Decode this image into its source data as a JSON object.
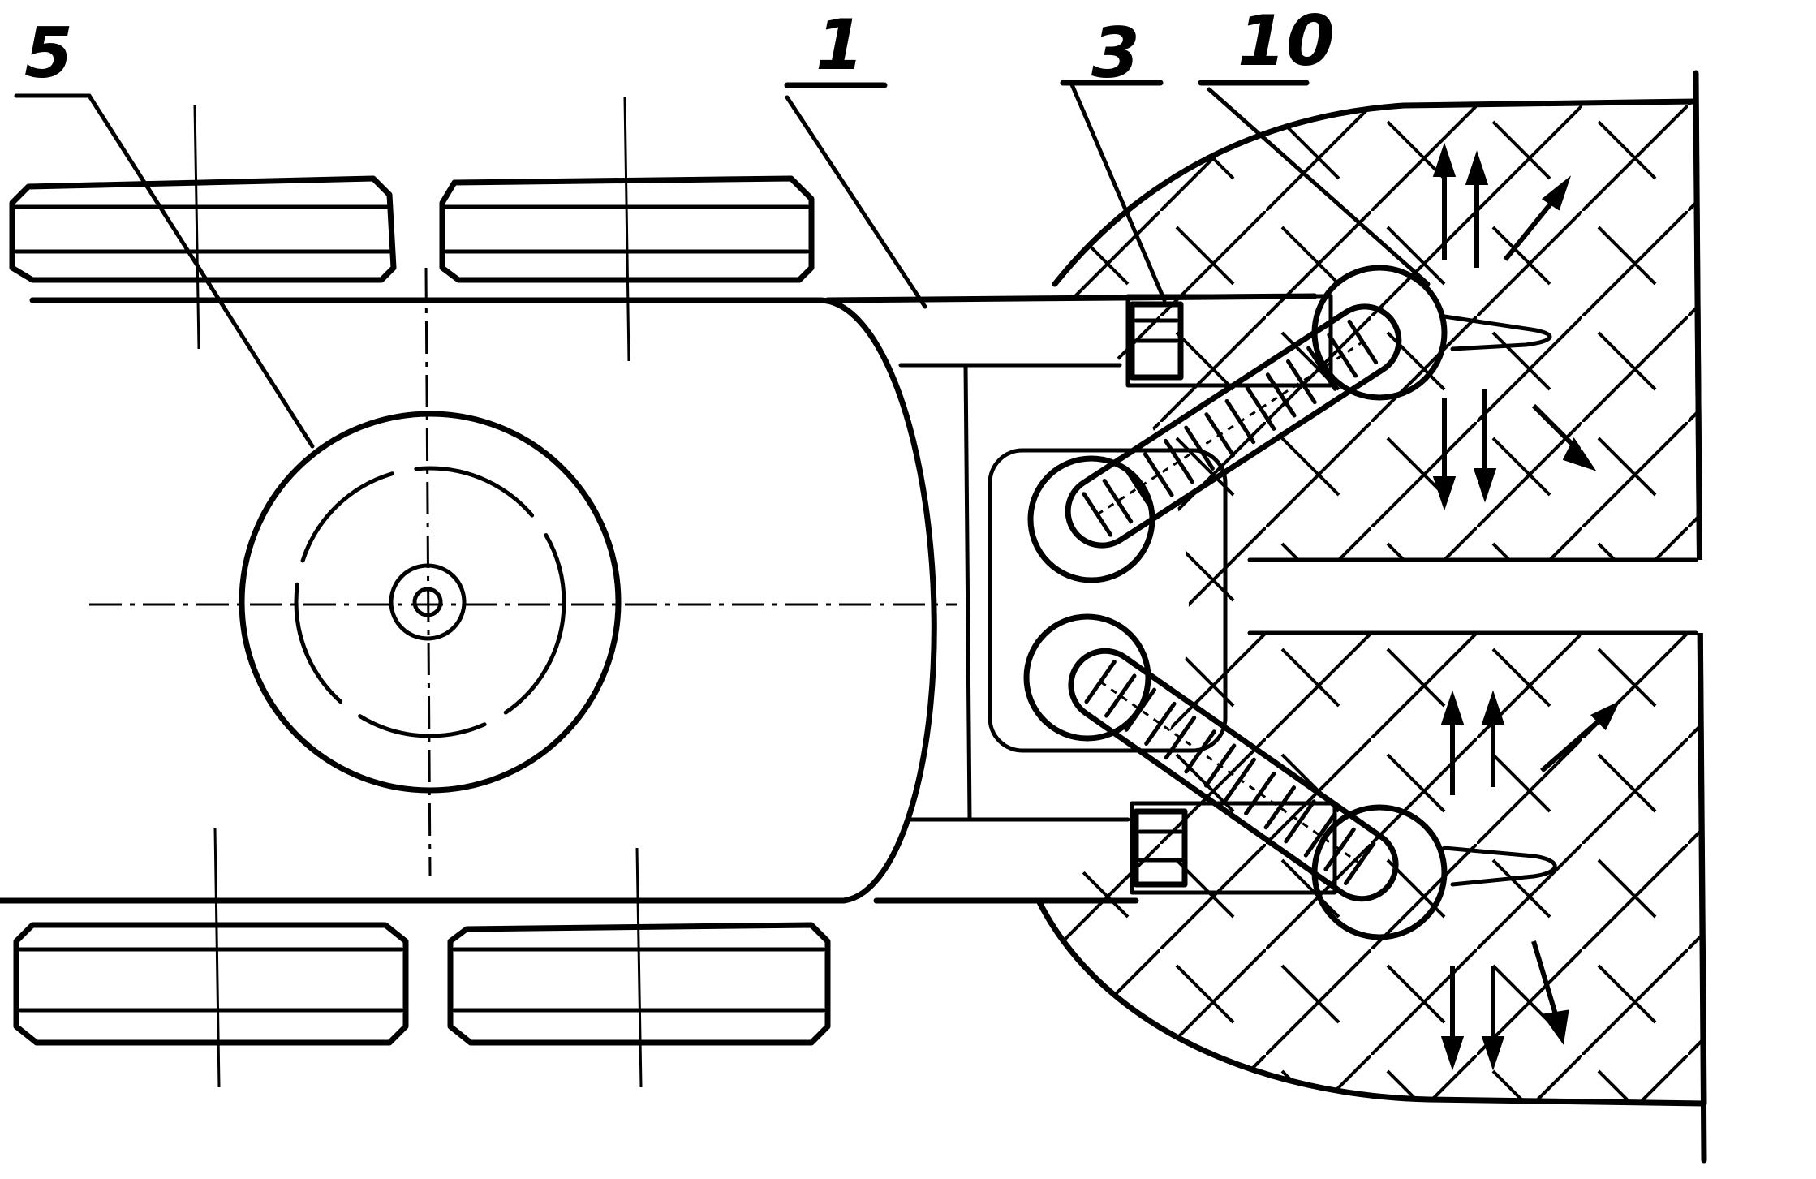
{
  "labels": {
    "l5": "5",
    "l1": "1",
    "l3": "3",
    "l10": "10"
  },
  "colors": {
    "ink": "#000000",
    "paper": "#ffffff"
  }
}
